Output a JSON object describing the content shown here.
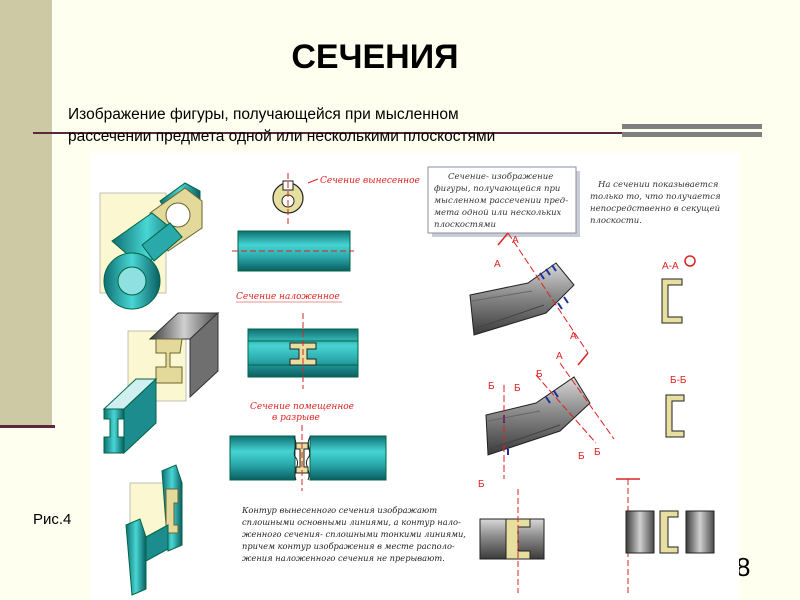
{
  "slide": {
    "title": "СЕЧЕНИЯ",
    "definition_line1": "Изображение фигуры, получающейся при мысленном",
    "definition_line2": "рассечении предмета одной или несколькими плоскостями",
    "figure_label": "Рис.4",
    "page_number": "8"
  },
  "figure": {
    "removed_section_label": "Сечение вынесенное",
    "superimposed_section_label": "Сечение наложенное",
    "in_break_label_line1": "Сечение помещенное",
    "in_break_label_line2": "в разрыве",
    "definition_box": [
      "Сечение- изображение",
      "фигуры, получающейся при",
      "мысленном рассечении пред-",
      "мета одной или нескольких",
      "плоскостями"
    ],
    "note_lines": [
      "На сечении показывается",
      "только то, что получается",
      "непосредственно в секущей",
      "плоскости."
    ],
    "contour_note_lines": [
      "Контур вынесенного сечения изображают",
      "сплошными основными линиями, а контур нало-",
      "женного сечения- сплошными тонкими линиями,",
      "причем контур изображения в месте располо-",
      "жения наложенного сечения не прерывают."
    ],
    "cut_a": "А",
    "cut_b": "Б",
    "section_aa": "А-А",
    "section_bb": "Б-Б"
  },
  "colors": {
    "background": "#fffff0",
    "left_bar": "#cdc9a5",
    "accent_line": "#5c2740",
    "teal": "#2fb5b5",
    "section_fill": "#e6dfa0",
    "red": "#dd1111"
  }
}
